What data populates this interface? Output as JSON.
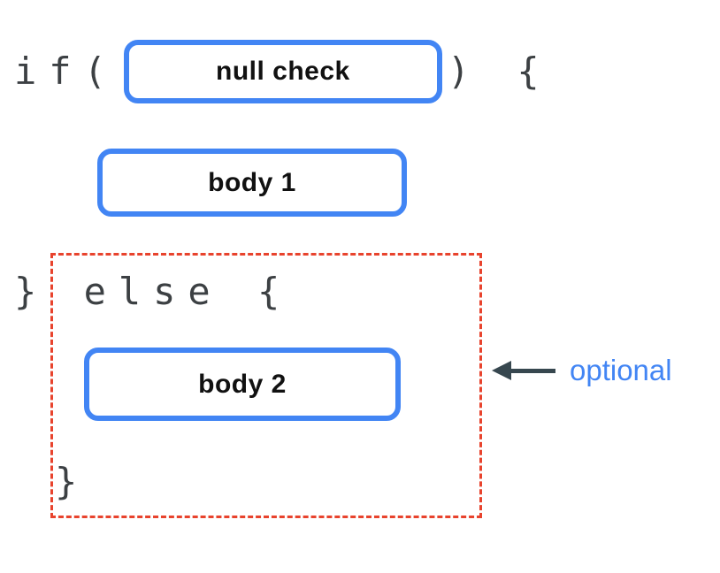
{
  "diagram": {
    "code": {
      "if_open": "if(",
      "if_close": ") {",
      "else_line": "} else {",
      "closing_brace": "}"
    },
    "boxes": {
      "condition": "null check",
      "body1": "body 1",
      "body2": "body 2"
    },
    "annotation": "optional",
    "colors": {
      "box_border": "#4285f4",
      "dashed": "#e8432d",
      "arrow": "#37474f",
      "annotation": "#4285f4",
      "code": "#3c4043"
    }
  }
}
